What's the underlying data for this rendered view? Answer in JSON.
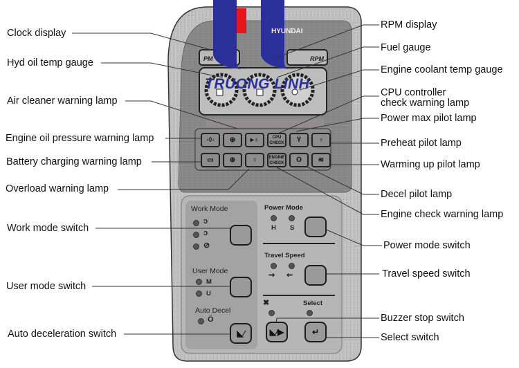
{
  "device": {
    "brand": "HYUNDAI",
    "clock_window_text": "PM",
    "rpm_window_text": "RPM",
    "watermark_text": "TRUONG LINH",
    "colors": {
      "housing_outer": "#c9c9c9",
      "housing_inner": "#8e8e8e",
      "lower_panel": "#b3b3b3",
      "watermark_blue": "#2b2f9a",
      "watermark_red": "#e8141e"
    }
  },
  "callouts_left": [
    {
      "label": "Clock display"
    },
    {
      "label": "Hyd oil temp gauge"
    },
    {
      "label": "Air cleaner warning lamp"
    },
    {
      "label": "Engine oil pressure warning lamp"
    },
    {
      "label": "Battery charging warning lamp"
    },
    {
      "label": "Overload warning lamp"
    },
    {
      "label": "Work mode switch"
    },
    {
      "label": "User mode switch"
    },
    {
      "label": "Auto deceleration switch"
    }
  ],
  "callouts_right": [
    {
      "label": "RPM display"
    },
    {
      "label": "Fuel gauge"
    },
    {
      "label": "Engine coolant temp gauge"
    },
    {
      "label": "CPU controller check warning lamp"
    },
    {
      "label": "Power max pilot lamp"
    },
    {
      "label": "Preheat pilot lamp"
    },
    {
      "label": "Warming up pilot lamp"
    },
    {
      "label": "Decel pilot lamp"
    },
    {
      "label": "Engine check warning lamp"
    },
    {
      "label": "Power mode switch"
    },
    {
      "label": "Travel speed switch"
    },
    {
      "label": "Buzzer stop switch"
    },
    {
      "label": "Select switch"
    }
  ],
  "cpu_lines": [
    "CPU controller",
    "check warning lamp"
  ],
  "lamps_row1": [
    {
      "icon": "engine-oil-pressure-icon",
      "glyph": "-◊-"
    },
    {
      "icon": "air-cleaner-icon",
      "glyph": "⊕"
    },
    {
      "icon": "overload-indicator-icon",
      "glyph": "▸♁"
    },
    {
      "icon": "cpu-check-icon",
      "glyph": "CPU CHECK"
    },
    {
      "icon": "power-max-icon",
      "glyph": "Ϋ"
    },
    {
      "icon": "preheat-icon",
      "glyph": "♁"
    }
  ],
  "lamps_row2": [
    {
      "icon": "battery-icon",
      "glyph": "▭"
    },
    {
      "icon": "lock-icon",
      "glyph": "⊕"
    },
    {
      "icon": "overload-hook-icon",
      "glyph": "♀"
    },
    {
      "icon": "engine-check-icon",
      "glyph": "ENGINE CHECK"
    },
    {
      "icon": "decel-icon",
      "glyph": "Ö"
    },
    {
      "icon": "warming-up-icon",
      "glyph": "≋"
    }
  ],
  "panel": {
    "work_mode": {
      "title": "Work Mode"
    },
    "user_mode": {
      "title": "User Mode",
      "options": [
        "M",
        "U"
      ]
    },
    "auto_decel": {
      "title": "Auto Decel"
    },
    "power_mode": {
      "title": "Power Mode",
      "options": [
        "H",
        "S"
      ]
    },
    "travel_speed": {
      "title": "Travel Speed"
    },
    "select": {
      "title": "Select"
    }
  }
}
